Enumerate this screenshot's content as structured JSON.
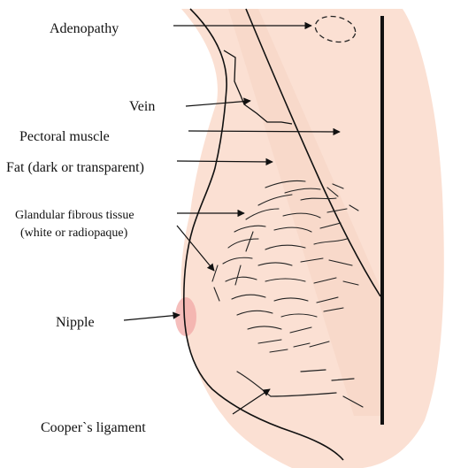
{
  "labels": {
    "adenopathy": "Adenopathy",
    "vein": "Vein",
    "pectoral_muscle": "Pectoral muscle",
    "fat": "Fat (dark or transparent)",
    "glandular_line1": "Glandular fibrous tissue",
    "glandular_line2": "(white or radiopaque)",
    "nipple": "Nipple",
    "cooper": "Cooper`s ligament"
  },
  "colors": {
    "background_tint": "#fbe0d3",
    "nipple_tint": "#f2a8a5",
    "ink": "#111111",
    "label_text": "#111111"
  }
}
